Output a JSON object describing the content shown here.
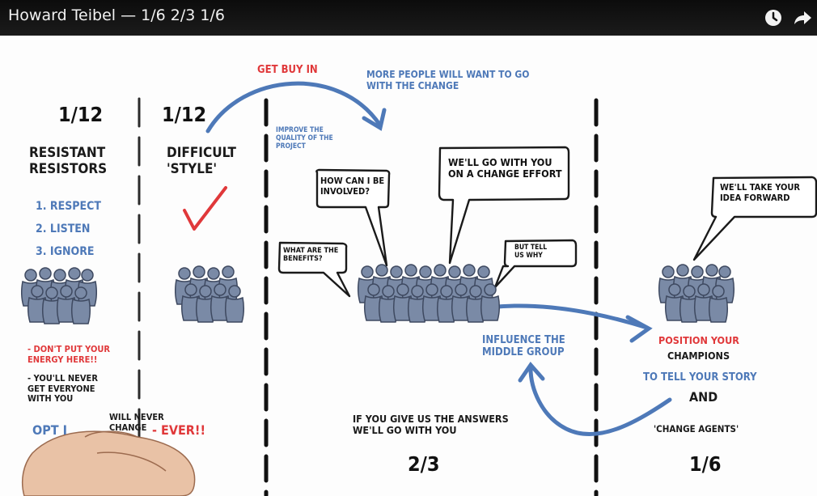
{
  "video": {
    "title": "Howard Teibel — 1/6 2/3 1/6",
    "icons": [
      "clock-icon",
      "share-arrow-icon"
    ]
  },
  "left": {
    "fraction": "1/12",
    "heading": [
      "RESISTANT",
      "RESISTORS"
    ],
    "steps": [
      "1. RESPECT",
      "2. LISTEN",
      "3. IGNORE"
    ],
    "warning": [
      "- DON'T PUT YOUR",
      "ENERGY HERE!!"
    ],
    "note": [
      "- YOU'LL NEVER",
      "GET EVERYONE",
      "WITH YOU"
    ],
    "opt": "OPT I"
  },
  "left_mid": {
    "fraction": "1/12",
    "heading": [
      "DIFFICULT",
      "'STYLE'"
    ],
    "never": [
      "WILL NEVER",
      "CHANGE"
    ],
    "ever": "- EVER!!"
  },
  "middle": {
    "get_buy_in": "GET BUY IN",
    "more_people": [
      "MORE PEOPLE WILL WANT TO GO",
      "WITH THE CHANGE"
    ],
    "improve": [
      "IMPROVE THE",
      "QUALITY OF THE",
      "PROJECT"
    ],
    "bubbles": {
      "involved": [
        "HOW CAN I BE",
        "INVOLVED?"
      ],
      "go_with": [
        "WE'LL GO WITH YOU",
        "ON A CHANGE EFFORT"
      ],
      "benefits": [
        "WHAT ARE THE",
        "BENEFITS?"
      ],
      "tell_why": [
        "BUT TELL",
        "US WHY"
      ]
    },
    "answers": [
      "IF YOU GIVE US THE ANSWERS",
      "WE'LL GO WITH YOU"
    ],
    "fraction": "2/3",
    "influence": [
      "INFLUENCE THE",
      "MIDDLE GROUP"
    ]
  },
  "right": {
    "bubble": [
      "WE'LL TAKE YOUR",
      "IDEA FORWARD"
    ],
    "position": "POSITION YOUR",
    "champions": "CHAMPIONS",
    "tell_story": "TO TELL YOUR STORY",
    "and": "AND",
    "change_agents": "'CHANGE AGENTS'",
    "fraction": "1/6"
  },
  "colors": {
    "blue": "#4e79b8",
    "red": "#e0383a",
    "figure": "#8090ab",
    "figure_dark": "#3e4960",
    "topbar": "#111111"
  }
}
